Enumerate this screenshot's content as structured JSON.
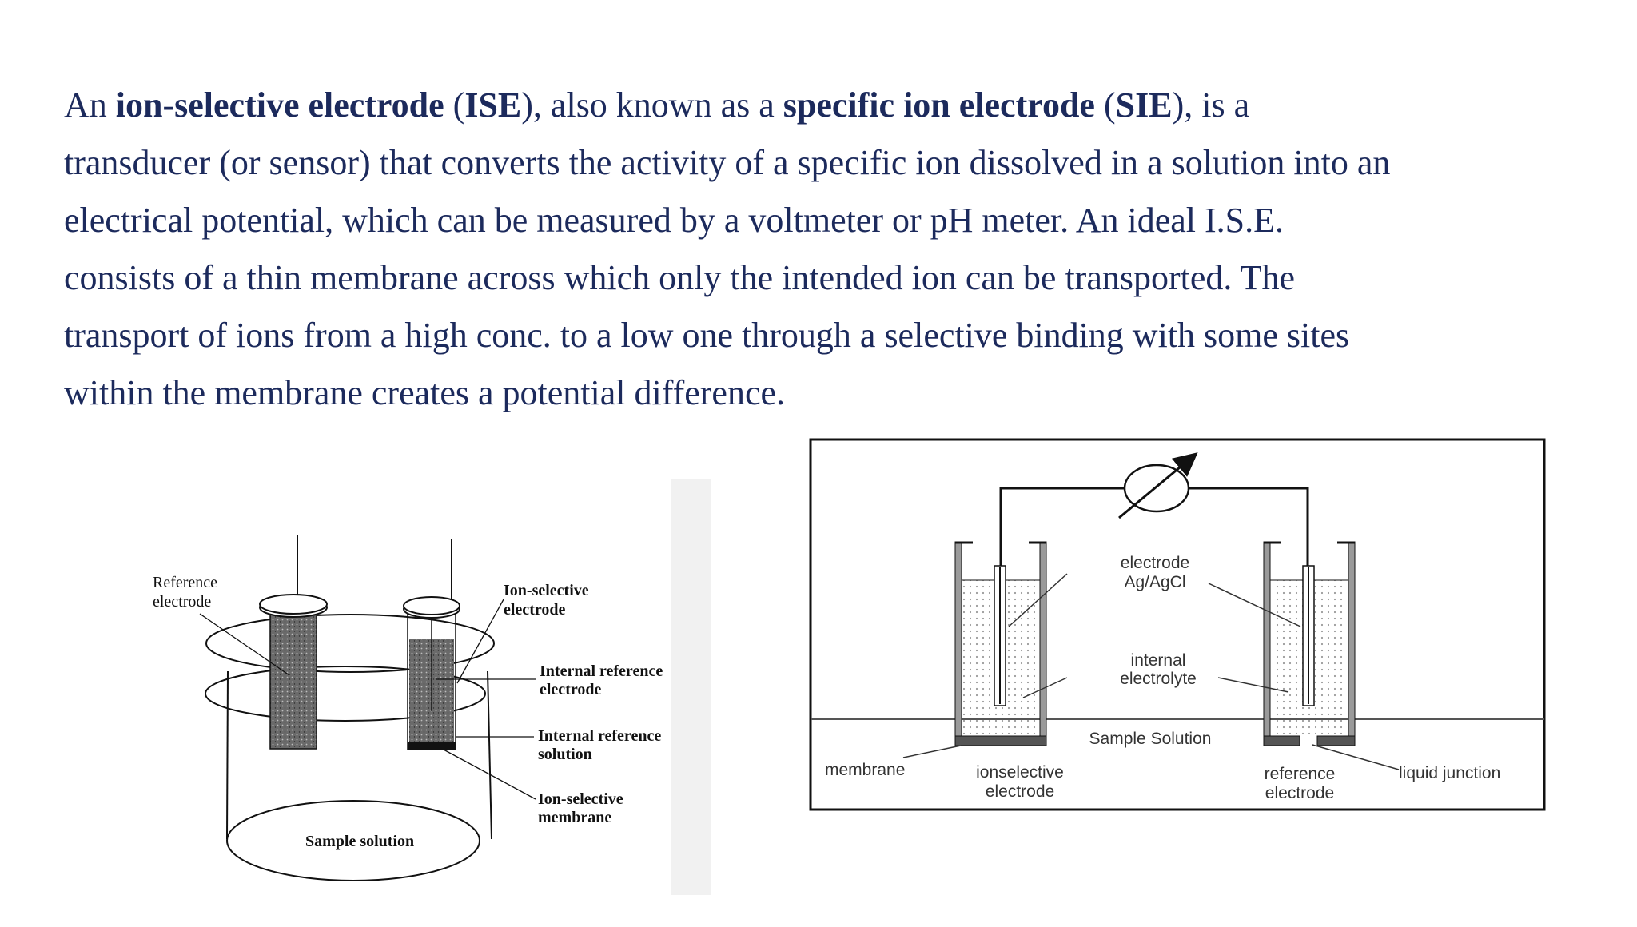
{
  "paragraph": {
    "line1": {
      "s1": "An ",
      "b1": "ion-selective electrode",
      "s2": " (",
      "b2": "ISE",
      "s3": "), also known as a ",
      "b3": "specific ion  electrode",
      "s4": " (",
      "b4": "SIE",
      "s5": "), is a"
    },
    "line2": "transducer (or sensor) that converts the activity of a specific ion dissolved in a solution into an",
    "line3": "electrical potential,  which can be measured by a voltmeter or pH meter. An ideal I.S.E.",
    "line4": "consists of a thin membrane across which only the intended  ion can be transported. The",
    "line5": "transport of ions from a high conc. to a low one through a selective binding with some sites",
    "line6": "within the membrane creates a potential difference."
  },
  "left_diagram": {
    "reference_electrode": [
      "Reference",
      "electrode"
    ],
    "ion_selective_electrode": [
      "Ion-selective",
      "electrode"
    ],
    "internal_reference_electrode": [
      "Internal reference",
      "electrode"
    ],
    "internal_reference_solution": [
      "Internal reference",
      "solution"
    ],
    "ion_selective_membrane": [
      "Ion-selective",
      "membrane"
    ],
    "sample_solution": "Sample solution"
  },
  "right_diagram": {
    "electrode_label": [
      "electrode",
      "Ag/AgCl"
    ],
    "internal_electrolyte": [
      "internal",
      "electrolyte"
    ],
    "sample_solution": "Sample Solution",
    "membrane": "membrane",
    "ionselective_electrode": [
      "ionselective",
      "electrode"
    ],
    "reference_electrode": [
      "reference",
      "electrode"
    ],
    "liquid_junction": "liquid junction"
  },
  "colors": {
    "text": "#1c2a5c",
    "line": "#111111",
    "fill_dark": "#555555",
    "frame_gray": "#9a9a9a"
  }
}
